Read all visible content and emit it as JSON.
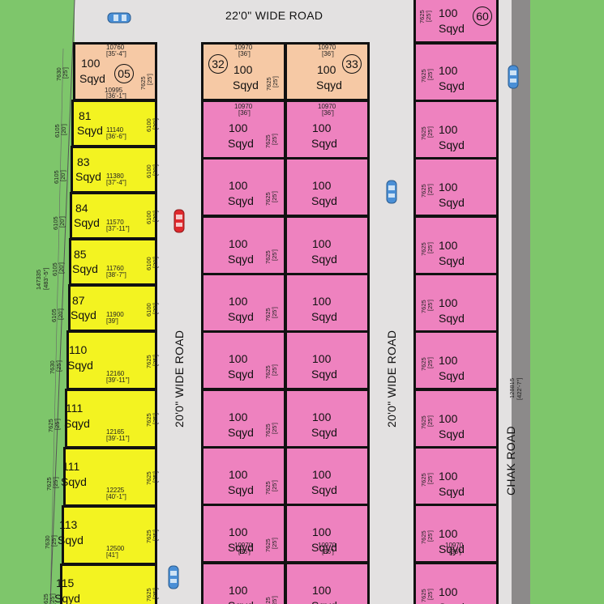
{
  "roads": {
    "top": "22'0\"  WIDE ROAD",
    "left_vertical": "20'0\"  WIDE ROAD",
    "right_vertical": "20'0\"  WIDE ROAD",
    "chak": "CHAK ROAD",
    "chak_length": "128815",
    "chak_length_ft": "[422'-7\"]",
    "boundary_length": "147335",
    "boundary_length_ft": "[483'-5\"]"
  },
  "unit": "Sqyd",
  "yellow_plots": [
    {
      "area": "100",
      "label": "05",
      "top": "10760",
      "top_ft": "[35'-4\"]",
      "bottom": "10995",
      "bottom_ft": "[36'-1\"]",
      "side": "7630",
      "side_ft": "[25']",
      "right": "7625",
      "right_ft": "[25']"
    },
    {
      "area": "81",
      "width": "11140",
      "width_ft": "[36'-6\"]",
      "side": "6105",
      "side_ft": "[20']",
      "right": "6100",
      "right_ft": "[20']"
    },
    {
      "area": "83",
      "width": "11380",
      "width_ft": "[37'-4\"]",
      "side": "6105",
      "side_ft": "[20']",
      "right": "6100",
      "right_ft": "[20']"
    },
    {
      "area": "84",
      "width": "11570",
      "width_ft": "[37'-11\"]",
      "side": "6105",
      "side_ft": "[20']",
      "right": "6100",
      "right_ft": "[20']"
    },
    {
      "area": "85",
      "width": "11760",
      "width_ft": "[38'-7\"]",
      "side": "6105",
      "side_ft": "[20']",
      "right": "6100",
      "right_ft": "[20']"
    },
    {
      "area": "87",
      "width": "11900",
      "width_ft": "[39']",
      "side": "6105",
      "side_ft": "[20']",
      "right": "6100",
      "right_ft": "[20']"
    },
    {
      "area": "110",
      "width": "12160",
      "width_ft": "[39'-11\"]",
      "side": "7630",
      "side_ft": "[25']",
      "right": "7625",
      "right_ft": "[25']"
    },
    {
      "area": "111",
      "width": "12165",
      "width_ft": "[39'-11\"]",
      "side": "7625",
      "side_ft": "[25']",
      "right": "7625",
      "right_ft": "[25']"
    },
    {
      "area": "111",
      "width": "12225",
      "width_ft": "[40'-1\"]",
      "side": "7625",
      "side_ft": "[25']",
      "right": "7625",
      "right_ft": "[25']"
    },
    {
      "area": "113",
      "width": "12500",
      "width_ft": "[41']",
      "side": "7630",
      "side_ft": "[25']",
      "right": "7625",
      "right_ft": "[25']"
    },
    {
      "area": "115",
      "side": "7625",
      "side_ft": "[25']",
      "right": "7625",
      "right_ft": "[25']"
    }
  ],
  "middle_top": [
    {
      "area": "100",
      "label": "32",
      "top": "10970",
      "top_ft": "[36']"
    },
    {
      "area": "100",
      "label": "33",
      "top": "10970",
      "top_ft": "[36']"
    }
  ],
  "middle_plot": {
    "area": "100",
    "width": "10970",
    "width_ft": "[36']",
    "side": "7625",
    "side_ft": "[25']"
  },
  "right_column": {
    "area": "100",
    "top_label": "60",
    "width": "10970",
    "width_ft": "[36']",
    "side": "7625",
    "side_ft": "[25']"
  }
}
